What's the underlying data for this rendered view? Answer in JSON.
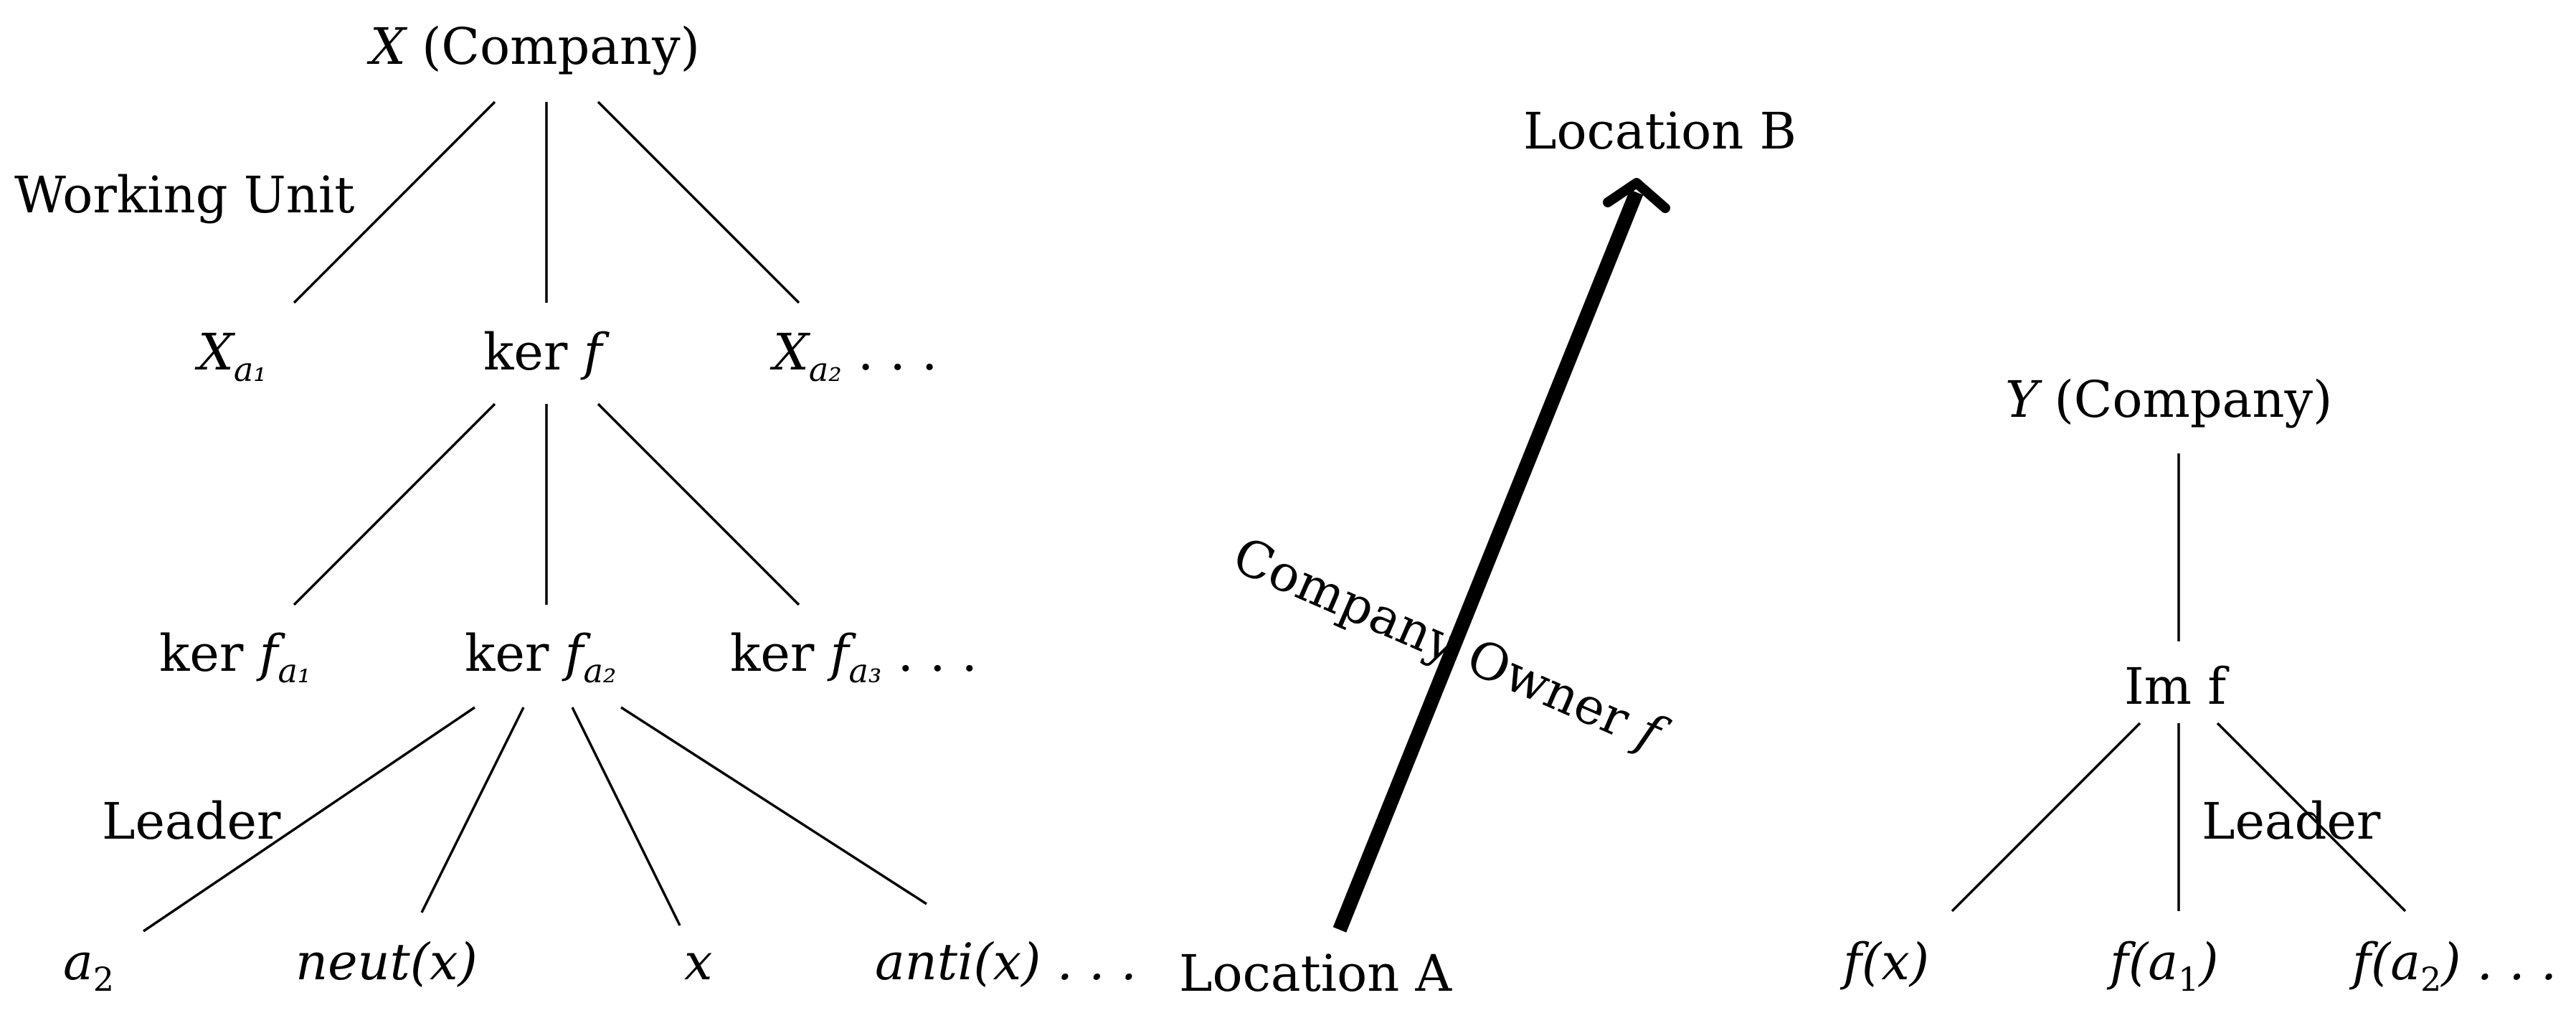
{
  "left_tree": {
    "root": {
      "var": "X",
      "text": " (Company)"
    },
    "edge_label": "Working Unit",
    "level1": [
      {
        "var": "X",
        "sub": "a₁",
        "tail": ""
      },
      {
        "pre": "ker ",
        "var": "f",
        "sub": "",
        "tail": ""
      },
      {
        "var": "X",
        "sub": "a₂",
        "tail": " . . ."
      }
    ],
    "level2": [
      {
        "pre": "ker ",
        "var": "f",
        "sub": "a₁",
        "tail": ""
      },
      {
        "pre": "ker ",
        "var": "f",
        "sub": "a₂",
        "tail": ""
      },
      {
        "pre": "ker ",
        "var": "f",
        "sub": "a₃",
        "tail": " . . ."
      }
    ],
    "leader_label": "Leader",
    "leaves": [
      {
        "var": "a",
        "sub": "2",
        "tail": ""
      },
      {
        "var": "neut",
        "sub": "",
        "tail": "(x)"
      },
      {
        "var": "x",
        "sub": "",
        "tail": ""
      },
      {
        "var": "anti",
        "sub": "",
        "tail": "(x) . . ."
      }
    ]
  },
  "arrow": {
    "from": "Location A",
    "to": "Location B",
    "label": {
      "text": "Company Owner ",
      "var": "f"
    }
  },
  "right_tree": {
    "root": {
      "var": "Y",
      "text": " (Company)"
    },
    "mid": "Im f",
    "leader_label": "Leader",
    "leaves": [
      {
        "var": "f",
        "tail": "(x)",
        "sub": ""
      },
      {
        "var": "f",
        "tail": "(a",
        "sub": "1",
        "close": ")"
      },
      {
        "var": "f",
        "tail": "(a",
        "sub": "2",
        "close": ") . . ."
      }
    ]
  }
}
